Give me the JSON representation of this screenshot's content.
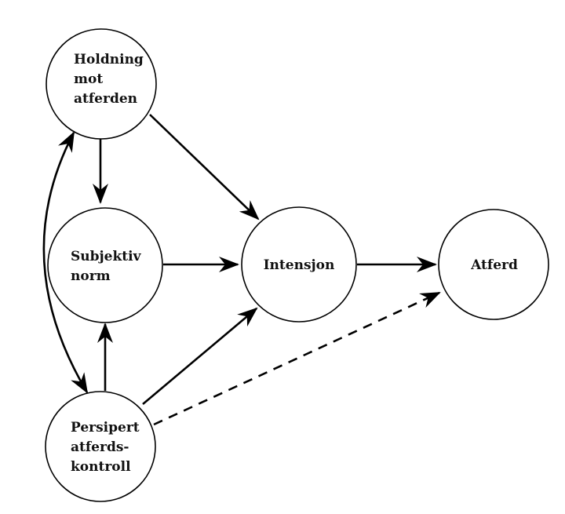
{
  "nodes": {
    "holdning": {
      "lines": [
        "Holdning",
        "mot",
        "atferden"
      ]
    },
    "subjektiv": {
      "lines": [
        "Subjektiv",
        "norm"
      ]
    },
    "intensjon": {
      "lines": [
        "Intensjon"
      ]
    },
    "atferd": {
      "lines": [
        "Atferd"
      ]
    },
    "persipert": {
      "lines": [
        "Persipert",
        "atferds-",
        "kontroll"
      ]
    }
  },
  "edges": [
    {
      "from": "holdning",
      "to": "subjektiv",
      "style": "solid",
      "direction": "forward"
    },
    {
      "from": "holdning",
      "to": "intensjon",
      "style": "solid",
      "direction": "forward"
    },
    {
      "from": "subjektiv",
      "to": "intensjon",
      "style": "solid",
      "direction": "forward"
    },
    {
      "from": "intensjon",
      "to": "atferd",
      "style": "solid",
      "direction": "forward"
    },
    {
      "from": "persipert",
      "to": "subjektiv",
      "style": "solid",
      "direction": "forward"
    },
    {
      "from": "persipert",
      "to": "intensjon",
      "style": "solid",
      "direction": "forward"
    },
    {
      "from": "persipert",
      "to": "atferd",
      "style": "dashed",
      "direction": "forward"
    },
    {
      "from": "holdning",
      "to": "persipert",
      "style": "solid",
      "direction": "both"
    }
  ]
}
